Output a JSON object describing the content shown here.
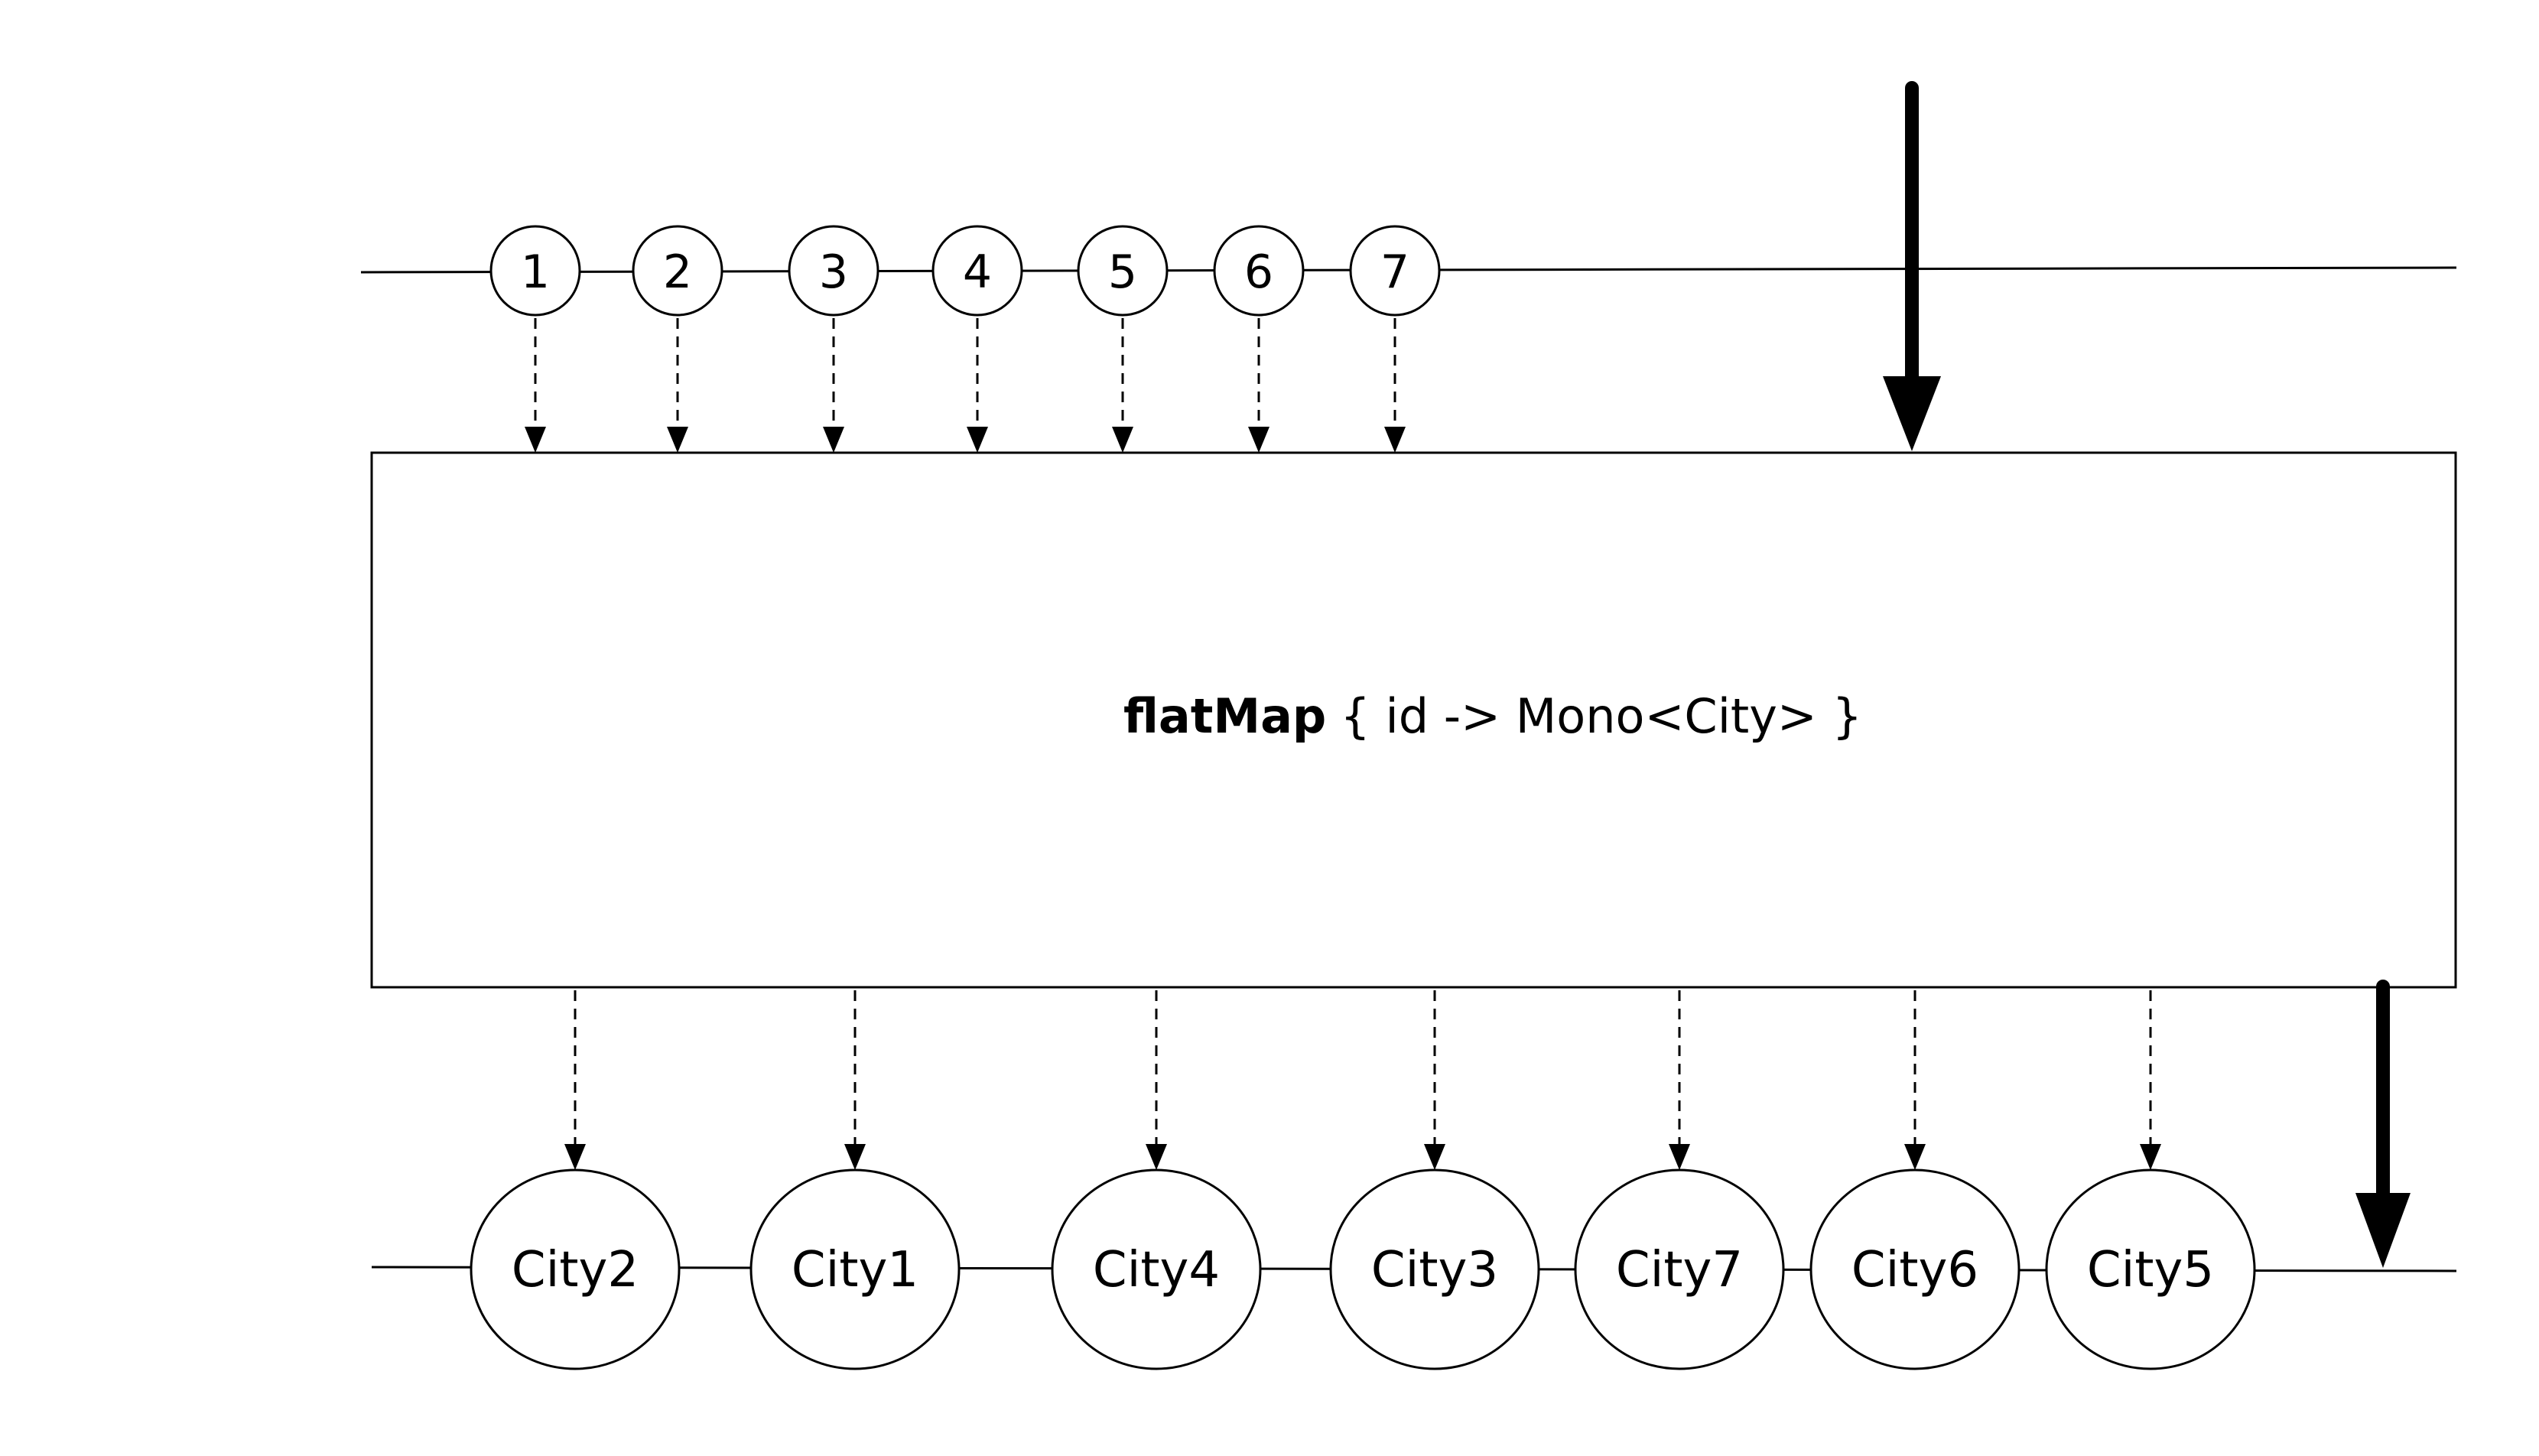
{
  "input_marbles": [
    "1",
    "2",
    "3",
    "4",
    "5",
    "6",
    "7"
  ],
  "operator": {
    "name": "flatMap",
    "argument": "{ id -> Mono<City> }"
  },
  "output_marbles": [
    "City2",
    "City1",
    "City4",
    "City3",
    "City7",
    "City6",
    "City5"
  ],
  "colors": {
    "stroke": "#000000",
    "background": "#ffffff"
  }
}
